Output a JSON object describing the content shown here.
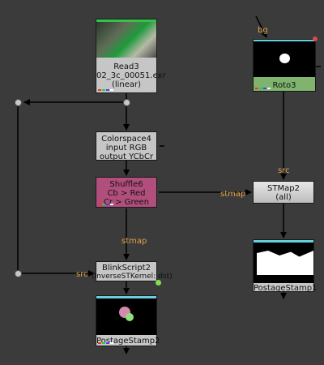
{
  "nodes": {
    "read": {
      "lines": [
        "Read3",
        "02_3c_00051.exr",
        "(linear)"
      ]
    },
    "roto": {
      "lines": [
        "Roto3"
      ]
    },
    "colorspace": {
      "lines": [
        "Colorspace4",
        "input RGB",
        "output YCbCr"
      ]
    },
    "shuffle": {
      "lines": [
        "Shuffle6",
        "Cb > Red",
        "Cr > Green"
      ]
    },
    "stmap": {
      "lines": [
        "STMap2",
        "(all)"
      ]
    },
    "blink": {
      "lines": [
        "BlinkScript2",
        "(InverseSTKernel::dst)"
      ]
    },
    "postage1": {
      "lines": [
        "PostageStamp1"
      ]
    },
    "postage2": {
      "lines": [
        "PostageStamp2"
      ]
    }
  },
  "edge_labels": {
    "bg": "bg",
    "src_right": "src",
    "stmap_h": "stmap",
    "stmap_v": "stmap",
    "src_left": "src"
  },
  "colors": {
    "background": "#3b3b3b",
    "node_gray": "#c6c6c6",
    "node_green": "#7fb36e",
    "node_pink": "#b04e7c",
    "edge": "#000000",
    "edge_label": "#e0a24a",
    "thumb_border": "#66d0e0"
  },
  "icons": {
    "arrow": "arrowhead-icon",
    "dot": "dot-node-icon"
  }
}
